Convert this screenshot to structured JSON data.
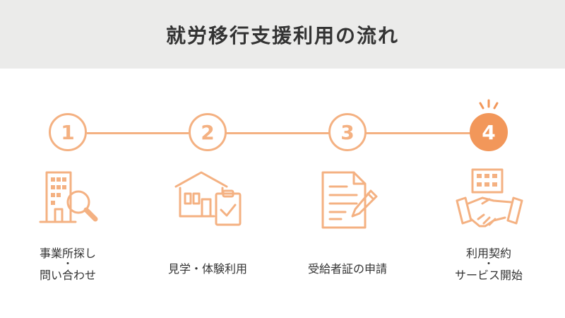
{
  "title": "就労移行支援利用の流れ",
  "accent_color": "#f4b182",
  "active_color": "#f2975a",
  "steps": [
    {
      "number": "1",
      "icon": "office-building-search-icon",
      "label_lines": [
        "事業所探し",
        "・",
        "問い合わせ"
      ],
      "active": false
    },
    {
      "number": "2",
      "icon": "house-clipboard-icon",
      "label_lines": [
        "見学・体験利用"
      ],
      "active": false
    },
    {
      "number": "3",
      "icon": "document-pen-icon",
      "label_lines": [
        "受給者証の申請"
      ],
      "active": false
    },
    {
      "number": "4",
      "icon": "handshake-contract-icon",
      "label_lines": [
        "利用契約",
        "・",
        "サービス開始"
      ],
      "active": true
    }
  ]
}
